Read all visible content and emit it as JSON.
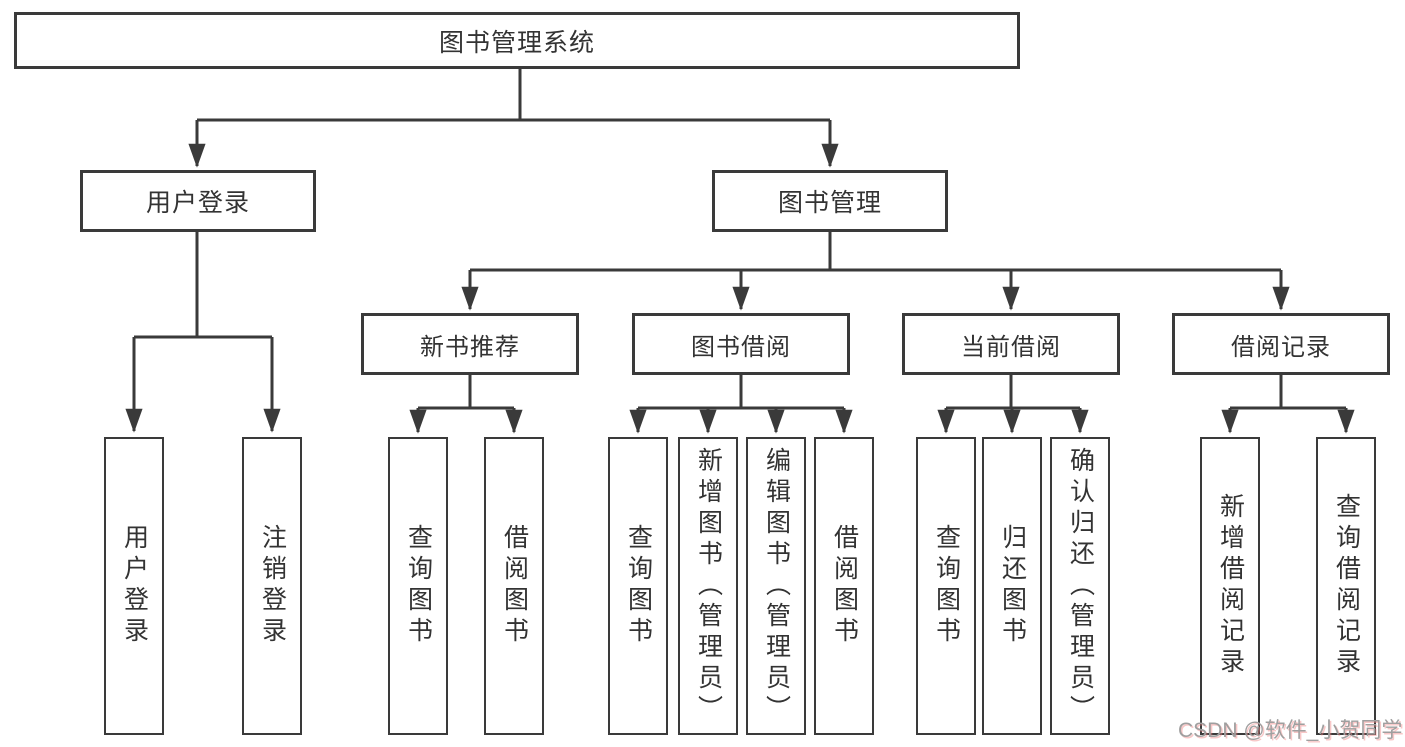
{
  "tree": {
    "label": "图书管理系统",
    "children": [
      {
        "label": "用户登录",
        "children": [
          {
            "label": "用户登录"
          },
          {
            "label": "注销登录"
          }
        ]
      },
      {
        "label": "图书管理",
        "children": [
          {
            "label": "新书推荐",
            "children": [
              {
                "label": "查询图书"
              },
              {
                "label": "借阅图书"
              }
            ]
          },
          {
            "label": "图书借阅",
            "children": [
              {
                "label": "查询图书"
              },
              {
                "label": "新增图书（管理员）"
              },
              {
                "label": "编辑图书（管理员）"
              },
              {
                "label": "借阅图书"
              }
            ]
          },
          {
            "label": "当前借阅",
            "children": [
              {
                "label": "查询图书"
              },
              {
                "label": "归还图书"
              },
              {
                "label": "确认归还（管理员）"
              }
            ]
          },
          {
            "label": "借阅记录",
            "children": [
              {
                "label": "新增借阅记录"
              },
              {
                "label": "查询借阅记录"
              }
            ]
          }
        ]
      }
    ]
  },
  "watermark": {
    "text": "CSDN @软件_小贺同学"
  },
  "colors": {
    "line": "#3a3a3a",
    "box_border": "#3a3a3a",
    "text": "#333333",
    "watermark": "#9f9f9f",
    "background": "#ffffff"
  }
}
